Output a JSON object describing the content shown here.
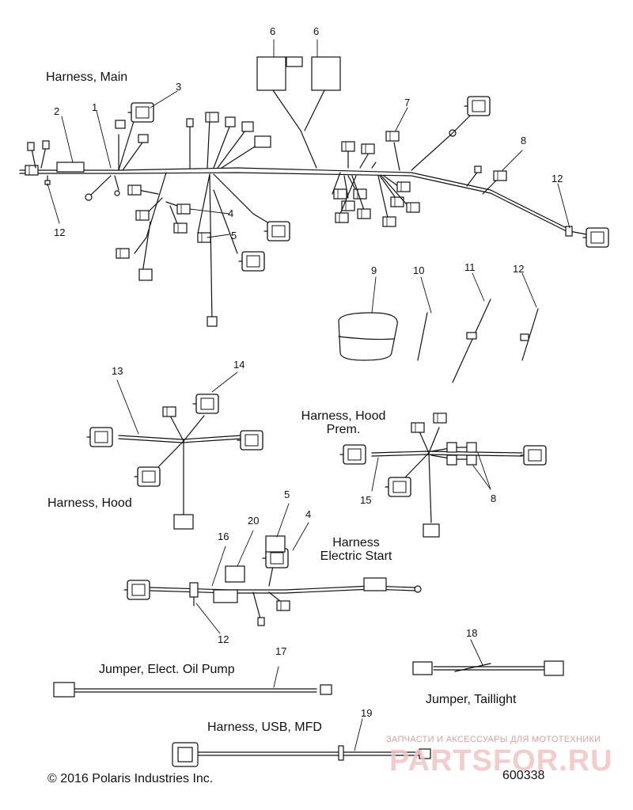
{
  "labels": {
    "harness_main": "Harness, Main",
    "harness_hood": "Harness, Hood",
    "harness_hood_prem_line1": "Harness, Hood",
    "harness_hood_prem_line2": "Prem.",
    "harness_electric_start_line1": "Harness",
    "harness_electric_start_line2": "Electric Start",
    "jumper_oil_pump": "Jumper, Elect. Oil Pump",
    "jumper_taillight": "Jumper, Taillight",
    "harness_usb_mfd": "Harness, USB, MFD",
    "copyright": "© 2016 Polaris Industries Inc.",
    "diagram_id": "600338"
  },
  "callouts": {
    "c1": "1",
    "c2": "2",
    "c3": "3",
    "c4a": "4",
    "c4b": "4",
    "c5a": "5",
    "c5b": "5",
    "c6a": "6",
    "c6b": "6",
    "c7": "7",
    "c8a": "8",
    "c8b": "8",
    "c9": "9",
    "c10": "10",
    "c11": "11",
    "c12a": "12",
    "c12b": "12",
    "c12c": "12",
    "c12d": "12",
    "c13": "13",
    "c14": "14",
    "c15": "15",
    "c16": "16",
    "c17": "17",
    "c18": "18",
    "c19": "19",
    "c20": "20"
  },
  "watermark": {
    "line1": "ЗАПЧАСТИ И АКСЕССУАРЫ ДЛЯ МОТОТЕХНИКИ",
    "line2": "PARTSFOR.RU"
  }
}
